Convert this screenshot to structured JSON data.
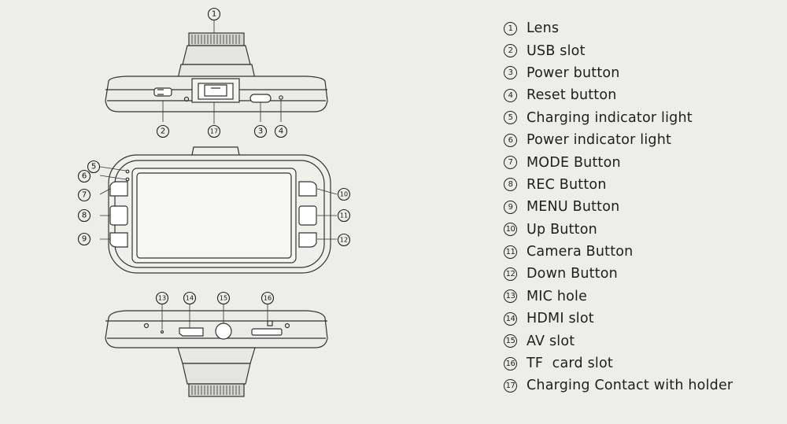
{
  "legend": [
    {
      "num": "1",
      "label": "Lens"
    },
    {
      "num": "2",
      "label": "USB slot"
    },
    {
      "num": "3",
      "label": "Power button"
    },
    {
      "num": "4",
      "label": "Reset button"
    },
    {
      "num": "5",
      "label": "Charging indicator light"
    },
    {
      "num": "6",
      "label": "Power indicator light"
    },
    {
      "num": "7",
      "label": "MODE Button"
    },
    {
      "num": "8",
      "label": "REC Button"
    },
    {
      "num": "9",
      "label": "MENU Button"
    },
    {
      "num": "10",
      "label": "Up Button"
    },
    {
      "num": "11",
      "label": "Camera Button"
    },
    {
      "num": "12",
      "label": "Down Button"
    },
    {
      "num": "13",
      "label": "MIC hole"
    },
    {
      "num": "14",
      "label": "HDMI slot"
    },
    {
      "num": "15",
      "label": "AV slot"
    },
    {
      "num": "16",
      "label": "TF  card slot"
    },
    {
      "num": "17",
      "label": "Charging Contact with holder"
    }
  ],
  "callouts": {
    "c1": "1",
    "c2": "2",
    "c3": "3",
    "c4": "4",
    "c5": "5",
    "c6": "6",
    "c7": "7",
    "c8": "8",
    "c9": "9",
    "c10": "10",
    "c11": "11",
    "c12": "12",
    "c13": "13",
    "c14": "14",
    "c15": "15",
    "c16": "16",
    "c17": "17"
  }
}
